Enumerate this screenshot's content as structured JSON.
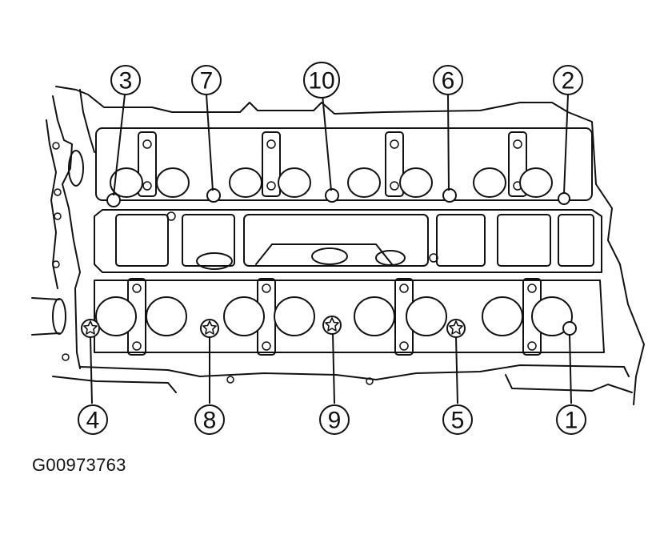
{
  "figure_id": "G00973763",
  "callouts": [
    {
      "label": "3"
    },
    {
      "label": "7"
    },
    {
      "label": "10"
    },
    {
      "label": "6"
    },
    {
      "label": "2"
    },
    {
      "label": "4"
    },
    {
      "label": "8"
    },
    {
      "label": "9"
    },
    {
      "label": "5"
    },
    {
      "label": "1"
    }
  ]
}
